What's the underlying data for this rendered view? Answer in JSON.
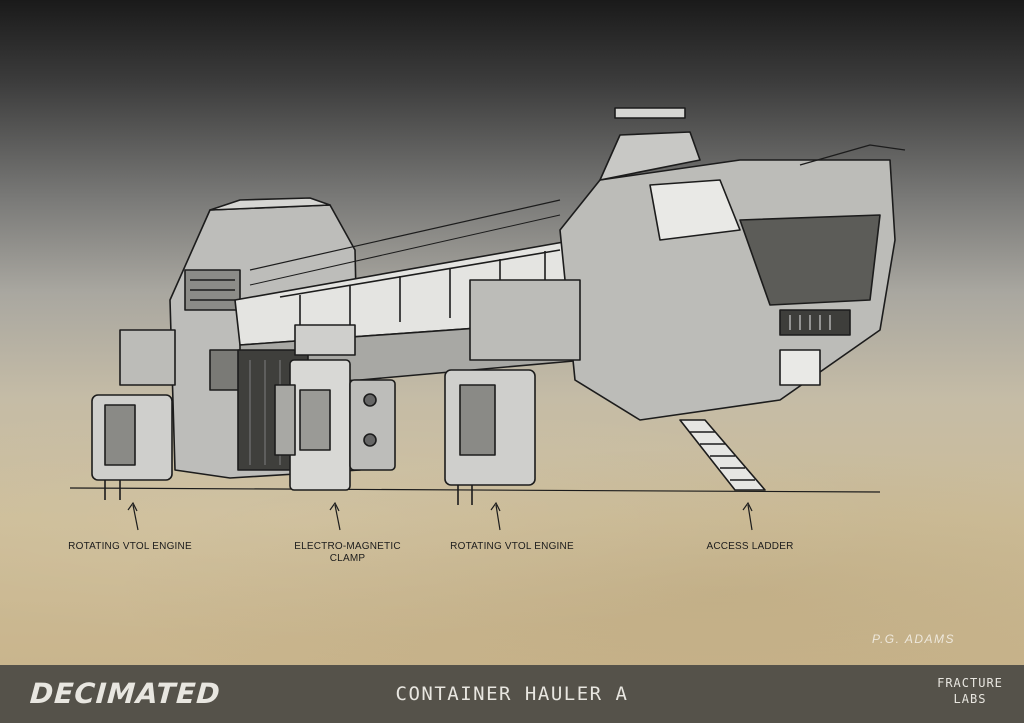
{
  "callouts": [
    {
      "line1": "ROTATING VTOL ENGINE",
      "line2": ""
    },
    {
      "line1": "ELECTRO-MAGNETIC",
      "line2": "CLAMP"
    },
    {
      "line1": "ROTATING VTOL ENGINE",
      "line2": ""
    },
    {
      "line1": "ACCESS LADDER",
      "line2": ""
    }
  ],
  "signature": "P.G. ADAMS",
  "footer": {
    "left_logo": "DECIMATED",
    "title": "CONTAINER HAULER A",
    "right_logo_line1": "FRACTURE",
    "right_logo_line2": "LABS"
  },
  "colors": {
    "footer_bg": "#55524a",
    "line": "#1c1c1c",
    "panel_light": "#d9d9d6",
    "panel_mid": "#9a9a96",
    "panel_dark": "#4a4a48"
  }
}
